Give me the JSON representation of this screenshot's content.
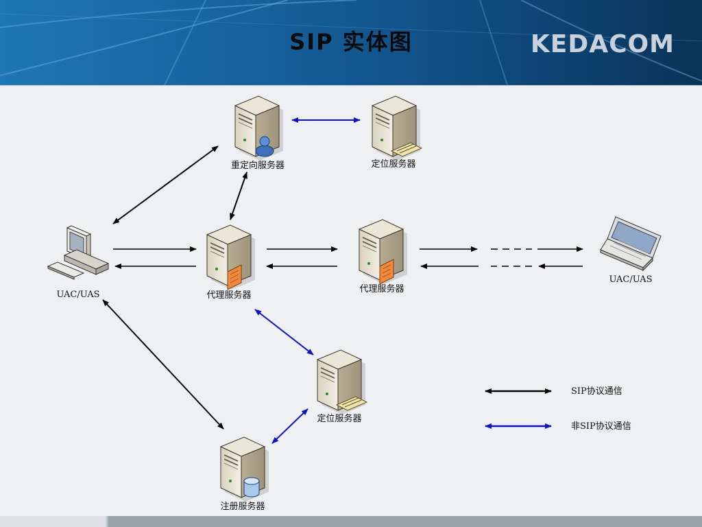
{
  "title": "SIP  实体图",
  "logo": "KEDACOM",
  "nodes": {
    "redirect": {
      "label": "重定向服务器",
      "icon": "server-user-icon"
    },
    "location_top": {
      "label": "定位服务器",
      "icon": "server-router-icon"
    },
    "uac_left": {
      "label": "UAC/UAS",
      "icon": "desktop-computer-icon"
    },
    "proxy1": {
      "label": "代理服务器",
      "icon": "server-firewall-icon"
    },
    "proxy2": {
      "label": "代理服务器",
      "icon": "server-firewall-icon"
    },
    "uac_right": {
      "label": "UAC/UAS",
      "icon": "laptop-icon"
    },
    "location_mid": {
      "label": "定位服务器",
      "icon": "server-router-icon"
    },
    "registrar": {
      "label": "注册服务器",
      "icon": "server-database-icon"
    }
  },
  "legend": {
    "sip": {
      "label": "SIP协议通信",
      "color": "#000000"
    },
    "non_sip": {
      "label": "非SIP协议通信",
      "color": "#1010d0"
    }
  }
}
